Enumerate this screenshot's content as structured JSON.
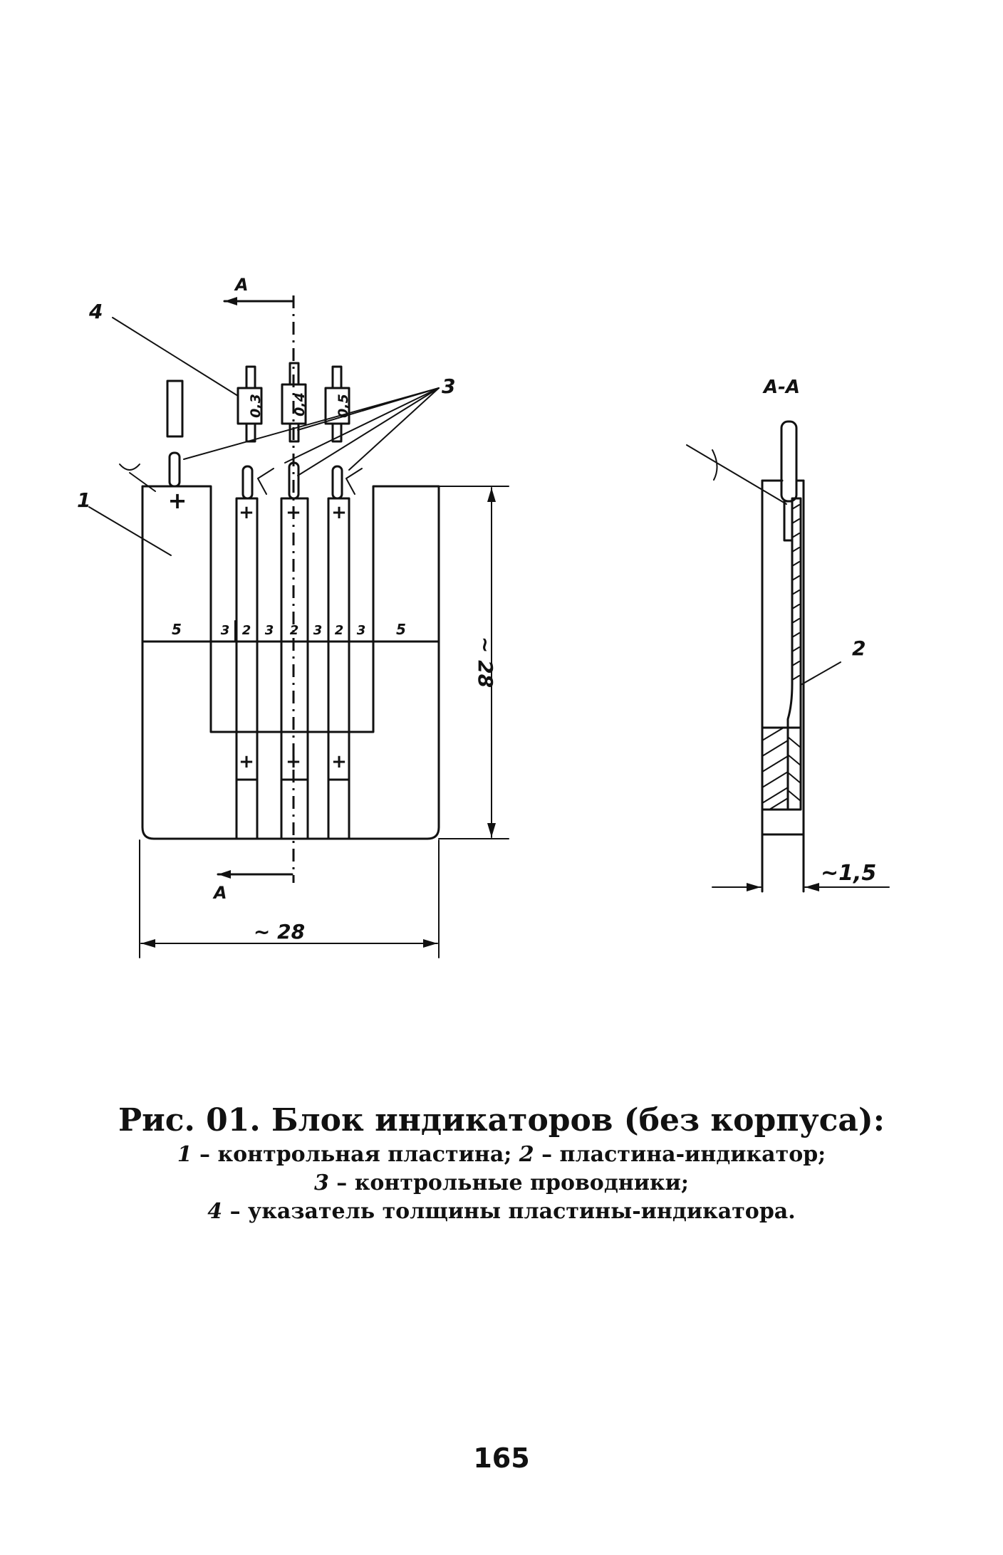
{
  "figure": {
    "caption_title": "Рис. 01. Блок индикаторов (без корпуса):",
    "legend": [
      {
        "num": "1",
        "text": " – контрольная пластина; "
      },
      {
        "num": "2",
        "text": " – пластина-индикатор;"
      },
      {
        "num": "3",
        "text": " – контрольные проводники;"
      },
      {
        "num": "4",
        "text": " – указатель толщины пластины-индикатора."
      }
    ]
  },
  "drawing": {
    "section_mark_top": "A",
    "section_mark_bottom": "A",
    "section_view_label": "A-A",
    "callouts": {
      "c1": "1",
      "c2": "2",
      "c3": "3",
      "c4": "4"
    },
    "thickness_labels": [
      "0,3",
      "0,4",
      "0,5"
    ],
    "zone_labels": [
      "5",
      "3",
      "2",
      "3",
      "2",
      "3",
      "2",
      "3",
      "5"
    ],
    "dim_width": "~ 28",
    "dim_height": "~ 28",
    "dim_thickness": "~1,5",
    "polarity": "+"
  },
  "page_number": "165"
}
